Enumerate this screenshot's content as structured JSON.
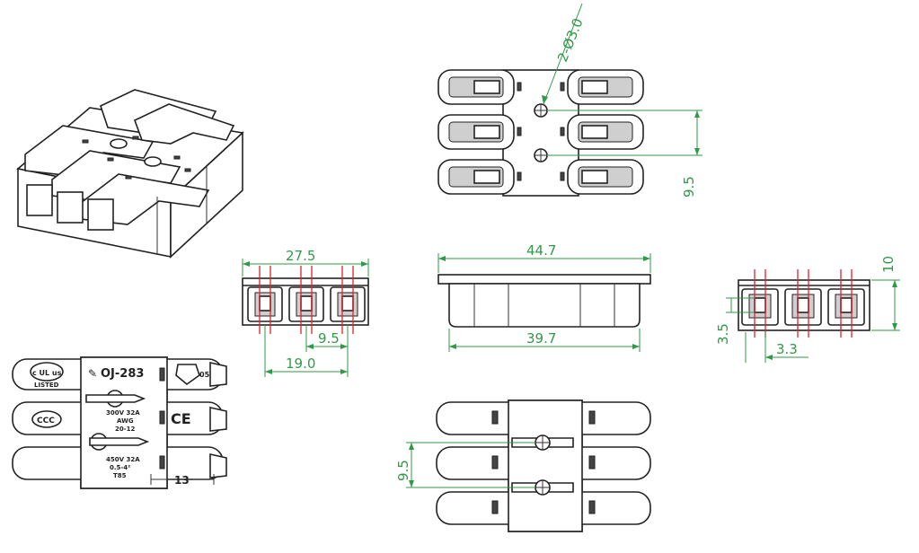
{
  "colors": {
    "line": "#222222",
    "dimension": "#2f9a47",
    "centerline": "#e0242b",
    "background": "#ffffff"
  },
  "dimensions": {
    "holes": "2-Ø3.0",
    "top_pitch": "9.5",
    "front_width": "27.5",
    "front_pitch": "9.5",
    "front_span": "19.0",
    "body_length": "44.7",
    "body_inner_length": "39.7",
    "side_height": "10",
    "side_offset": "3.5",
    "side_slot": "3.3",
    "bottom_pitch": "9.5",
    "strip_length": "13"
  },
  "product_label": {
    "model": "OJ-283",
    "rating_1": "300V 32A",
    "rating_2": "AWG",
    "rating_3": "20-12",
    "rating_4": "450V 32A",
    "rating_5": "0.5-4²",
    "rating_6": "T85",
    "mark_ul": "c UL us",
    "mark_listed": "LISTED",
    "mark_ccc": "CCC",
    "mark_ce": "CE",
    "mark_05": "05"
  }
}
